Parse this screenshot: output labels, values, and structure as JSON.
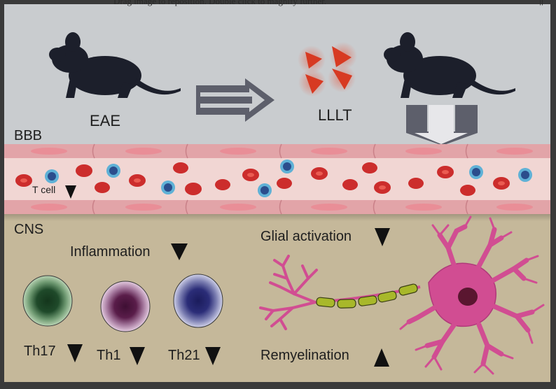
{
  "viewer": {
    "hint": "Drag image to reposition. Double click to magnify further.",
    "corner_mark": "||"
  },
  "figure": {
    "labels": {
      "eae": "EAE",
      "lllt": "LLLT",
      "bbb": "BBB",
      "t_cell": "T cell",
      "cns": "CNS",
      "inflammation": "Inflammation",
      "glial_activation": "Glial activation",
      "th17": "Th17",
      "th1": "Th1",
      "th21": "Th21",
      "remyelination": "Remyelination"
    },
    "colors": {
      "background": "#c9cccf",
      "cns_background": "#c5b89a",
      "vessel_wall": "#e2a4a8",
      "vessel_lumen": "#f1d6d3",
      "red_blood_cell": "#cc2d2c",
      "t_cell": "#2b4d8c",
      "mouse": "#1c1f2b",
      "arrow": "#5d5f6b",
      "laser": "#d73a22",
      "neuron": "#d14d92",
      "myelin": "#a8b82a",
      "th17": "#1f4a2a",
      "th1": "#5a1d4a",
      "th21": "#2b2d78"
    },
    "icons": [
      "mouse-eae-icon",
      "right-arrow-icon",
      "laser-icon",
      "mouse-treated-icon",
      "down-arrow-icon",
      "down-chevron-icon",
      "up-chevron-icon"
    ]
  }
}
